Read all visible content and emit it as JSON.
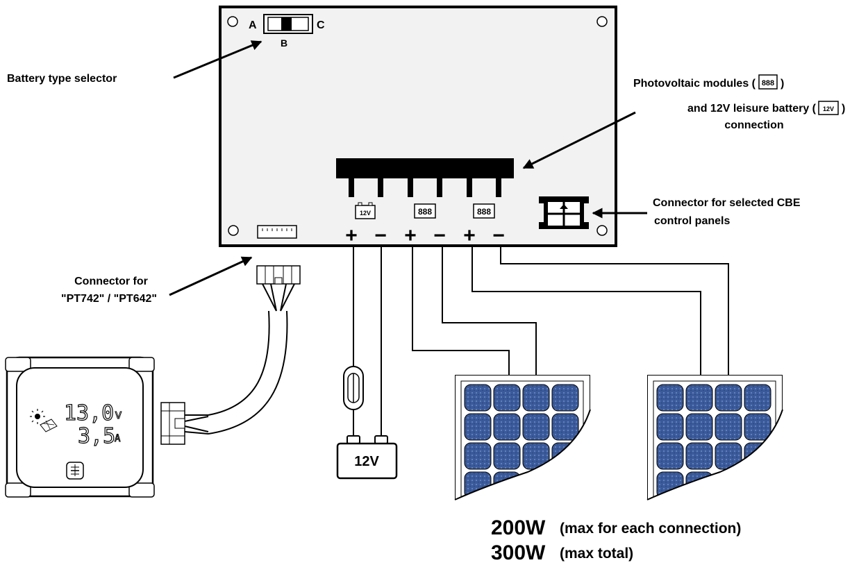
{
  "switch": {
    "left": "A",
    "right": "C",
    "bottom": "B"
  },
  "labels": {
    "battery_type_selector": "Battery type selector",
    "pv_line1_a": "Photovoltaic modules (",
    "pv_line1_b": ")",
    "pv_line2_a": "and 12V leisure battery (",
    "pv_line2_b": ")",
    "pv_line3": "connection",
    "cbe_line1": "Connector for selected CBE",
    "cbe_line2": "control panels",
    "pt_line1": "Connector for",
    "pt_line2": "\"PT742\" / \"PT642\""
  },
  "terminals": {
    "batt_icon": "12V",
    "pv_icon": "888",
    "plus": "+",
    "minus": "−"
  },
  "battery": {
    "label": "12V"
  },
  "display": {
    "voltage": "13,0",
    "voltage_unit": "v",
    "current": "3,5",
    "current_unit": "A"
  },
  "power": {
    "line1_value": "200W",
    "line1_note": "(max for each connection)",
    "line2_value": "300W",
    "line2_note": "(max total)"
  }
}
